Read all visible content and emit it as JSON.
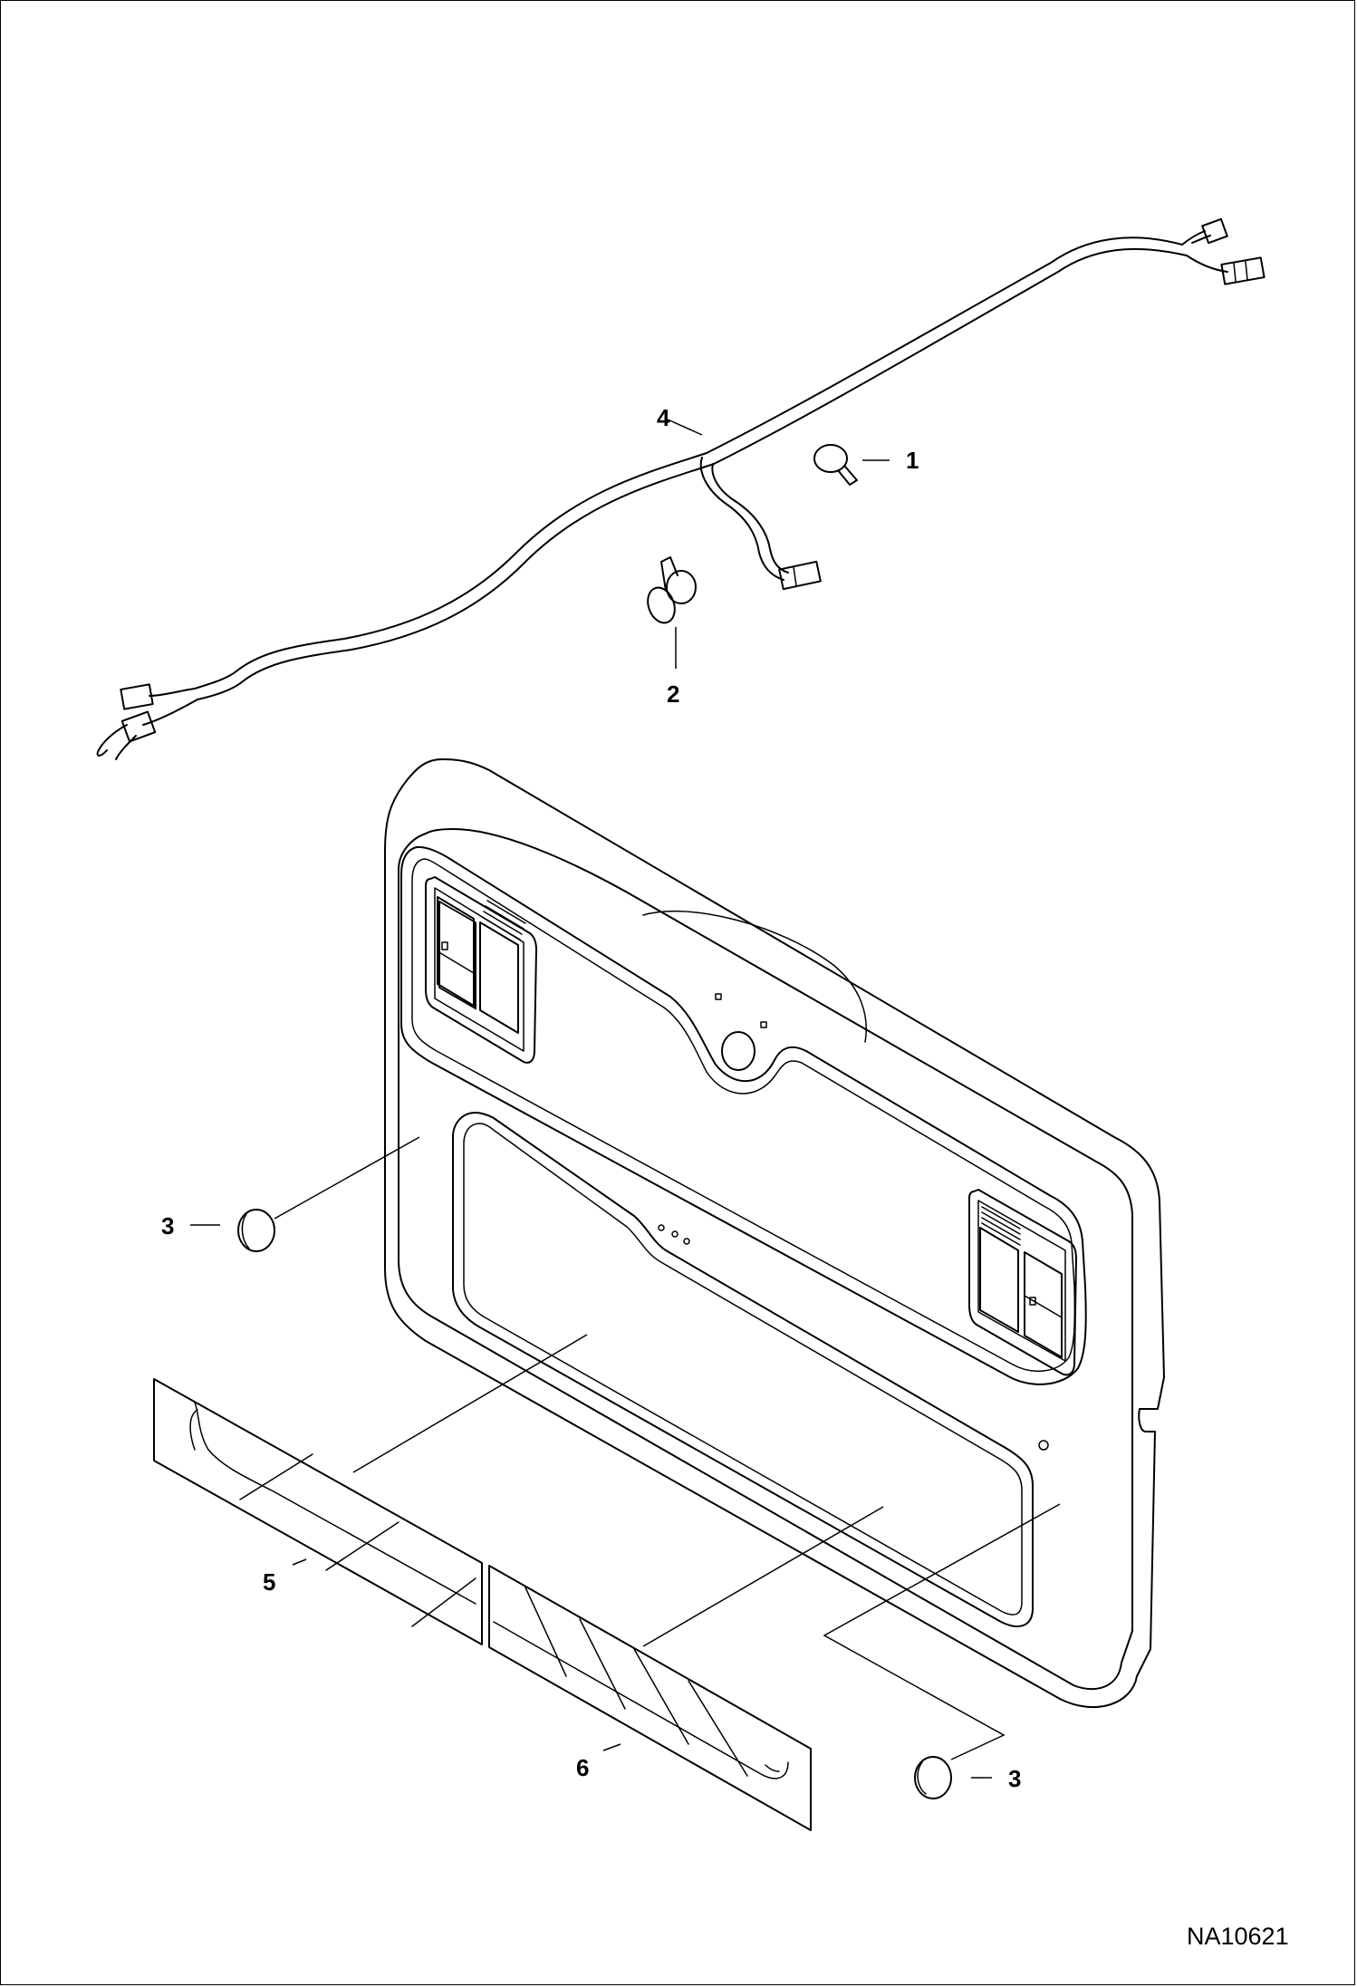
{
  "callouts": {
    "c1": "1",
    "c2": "2",
    "c3a": "3",
    "c3b": "3",
    "c4": "4",
    "c5": "5",
    "c6": "6"
  },
  "drawing_number": "NA10621"
}
